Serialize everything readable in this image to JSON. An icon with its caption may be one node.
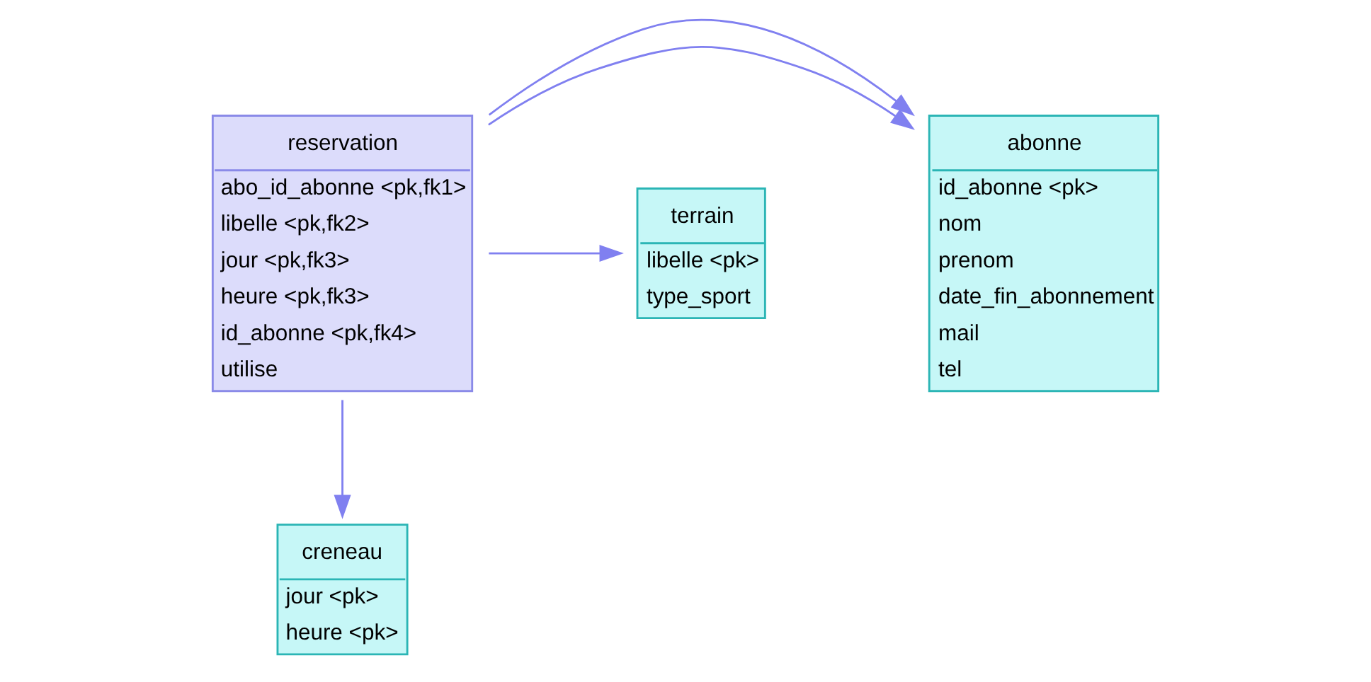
{
  "diagram": {
    "nodes": [
      {
        "text": [
          "abonne",
          "id_abonne <pk>",
          "nom",
          "prenom",
          "date_fin_abonnement",
          "mail",
          "tel"
        ]
      },
      {
        "text": [
          "reservation",
          "abo_id_abonne <pk,fk1>",
          "libelle <pk,fk2>",
          "jour <pk,fk3>",
          "heure <pk,fk3>",
          "id_abonne <pk,fk4>",
          "utilise"
        ]
      },
      {
        "text": [
          "terrain",
          "libelle <pk>",
          "type_sport"
        ]
      },
      {
        "text": [
          "creneau",
          "jour <pk>",
          "heure <pk>"
        ]
      }
    ],
    "edges": [
      {
        "from": 1,
        "to": 0,
        "arrow": "to"
      },
      {
        "from": 1,
        "to": 0,
        "arrow": "to"
      },
      {
        "from": 1,
        "to": 2,
        "arrow": "to"
      },
      {
        "from": 1,
        "to": 3,
        "arrow": "to"
      }
    ]
  }
}
